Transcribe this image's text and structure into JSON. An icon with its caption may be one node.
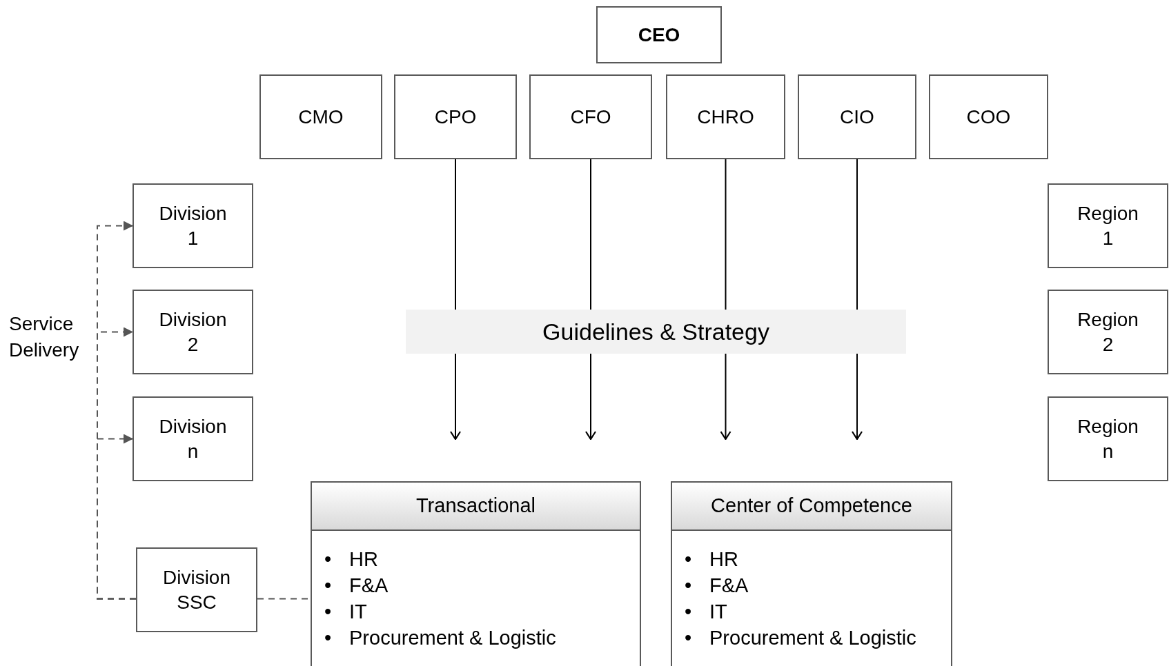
{
  "diagram": {
    "nodes": [
      {
        "text": [
          "CEO"
        ]
      },
      {
        "text": [
          "CMO"
        ]
      },
      {
        "text": [
          "CPO"
        ]
      },
      {
        "text": [
          "CFO"
        ]
      },
      {
        "text": [
          "CHRO"
        ]
      },
      {
        "text": [
          "CIO"
        ]
      },
      {
        "text": [
          "COO"
        ]
      },
      {
        "text": [
          "Division 1"
        ]
      },
      {
        "text": [
          "Division 2"
        ]
      },
      {
        "text": [
          "Division n"
        ]
      },
      {
        "text": [
          "Region 1"
        ]
      },
      {
        "text": [
          "Region 2"
        ]
      },
      {
        "text": [
          "Region n"
        ]
      },
      {
        "text": [
          "Guidelines & Strategy"
        ]
      },
      {
        "text": [
          "Division SSC"
        ]
      },
      {
        "text": [
          "Transactional",
          "•",
          "HR",
          "•",
          "F&A",
          "•",
          "IT",
          "•",
          "Procurement & Logistic"
        ]
      },
      {
        "text": [
          "Center of Competence",
          "•",
          "HR",
          "•",
          "F&A",
          "•",
          "IT",
          "•",
          "Procurement & Logistic"
        ]
      }
    ],
    "edges": [
      {
        "from": 2,
        "to": null,
        "arrow": "to"
      },
      {
        "from": 3,
        "to": null,
        "arrow": "to"
      },
      {
        "from": 4,
        "to": null,
        "arrow": "to"
      },
      {
        "from": 5,
        "to": null,
        "arrow": "to"
      },
      {
        "from": 14,
        "to": 7,
        "arrow": "to",
        "style": "dashed"
      },
      {
        "from": 14,
        "to": 8,
        "arrow": "to",
        "style": "dashed"
      },
      {
        "from": 14,
        "to": 9,
        "arrow": "to",
        "style": "dashed"
      },
      {
        "from": 14,
        "to": 15,
        "arrow": "none",
        "style": "dashed"
      }
    ],
    "labels": [
      "Service Delivery"
    ]
  }
}
